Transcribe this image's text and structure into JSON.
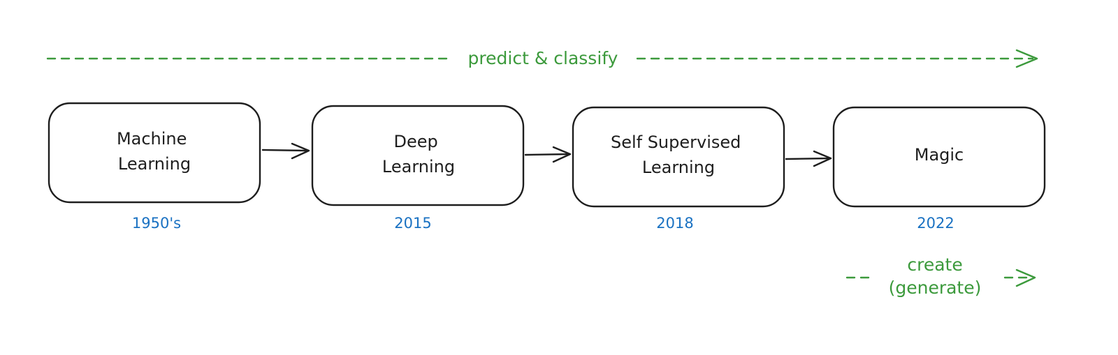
{
  "top_annotation": {
    "label": "predict & classify"
  },
  "stages": [
    {
      "label_lines": [
        "Machine",
        "Learning"
      ],
      "year": "1950's"
    },
    {
      "label_lines": [
        "Deep",
        "Learning"
      ],
      "year": "2015"
    },
    {
      "label_lines": [
        "Self Supervised",
        "Learning"
      ],
      "year": "2018"
    },
    {
      "label_lines": [
        "Magic"
      ],
      "year": "2022"
    }
  ],
  "bottom_annotation": {
    "label_lines": [
      "create",
      "(generate)"
    ]
  },
  "colors": {
    "annotation": "#3c9a3c",
    "year": "#1971c2",
    "stroke": "#1e1e1e"
  }
}
